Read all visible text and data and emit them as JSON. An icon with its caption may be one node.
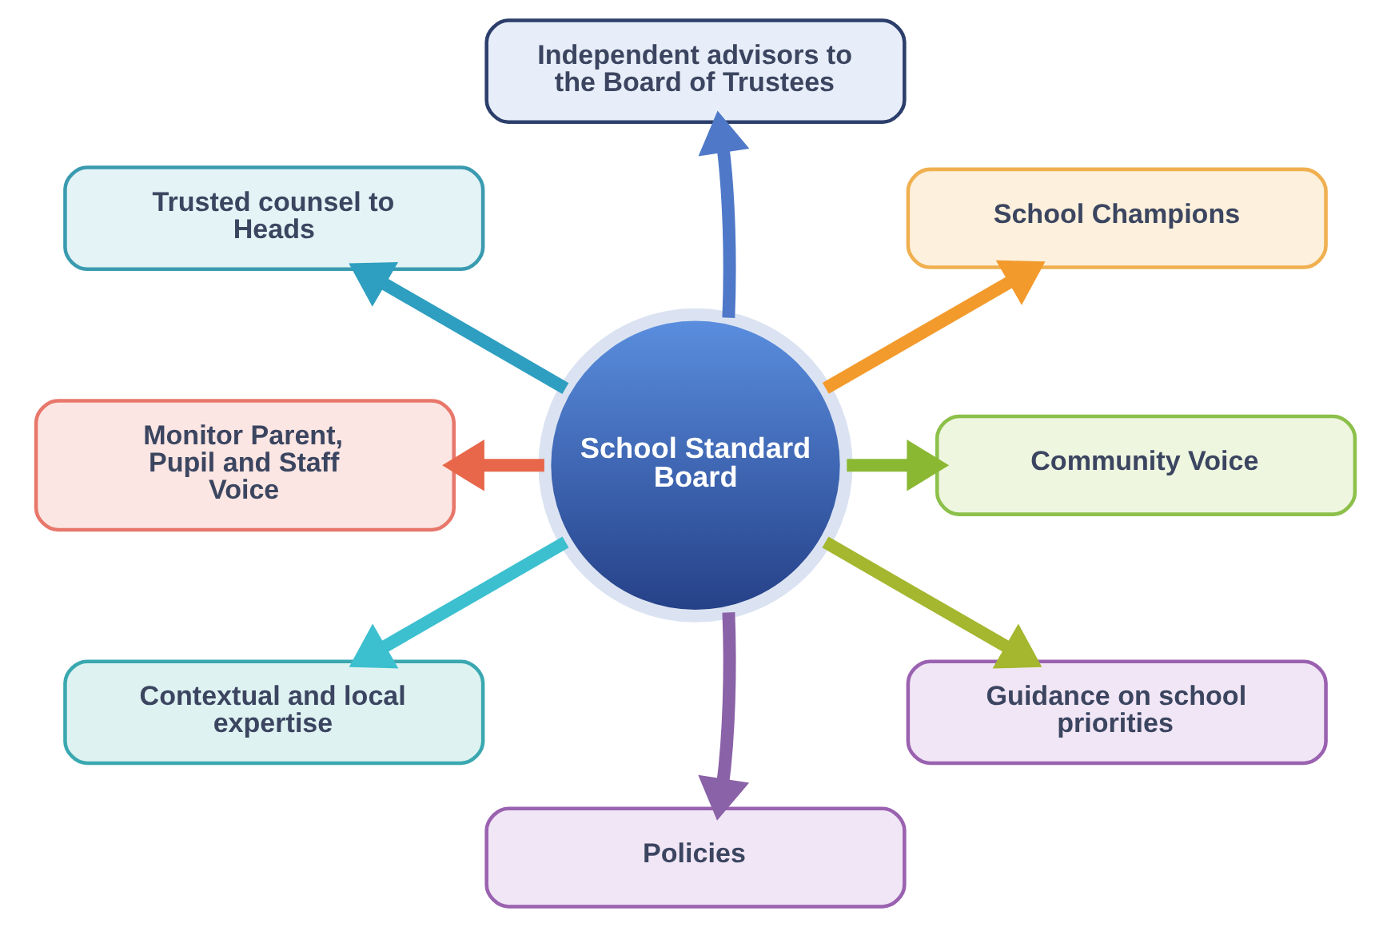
{
  "diagram": {
    "nodes": [
      {
        "text": [
          "Independent advisors to the Board of Trustees"
        ]
      },
      {
        "text": [
          "Trusted counsel to Heads"
        ]
      },
      {
        "text": [
          "School Champions"
        ]
      },
      {
        "text": [
          "Monitor Parent, Pupil and Staff Voice"
        ]
      },
      {
        "text": [
          "School Standard Board"
        ]
      },
      {
        "text": [
          "Community Voice"
        ]
      },
      {
        "text": [
          "Contextual and local expertise"
        ]
      },
      {
        "text": [
          "Guidance on school priorities"
        ]
      },
      {
        "text": [
          "Policies"
        ]
      }
    ],
    "edges": [
      {
        "from": 4,
        "to": 0,
        "arrow": "to",
        "color": "#4f79c8"
      },
      {
        "from": 4,
        "to": 2,
        "arrow": "to",
        "color": "#f39a2c"
      },
      {
        "from": 4,
        "to": 5,
        "arrow": "to",
        "color": "#8ab833"
      },
      {
        "from": 4,
        "to": 7,
        "arrow": "to",
        "color": "#a4b72f"
      },
      {
        "from": 4,
        "to": 8,
        "arrow": "to",
        "color": "#8a62a8"
      },
      {
        "from": 4,
        "to": 6,
        "arrow": "to",
        "color": "#3cc0cf"
      },
      {
        "from": 4,
        "to": 3,
        "arrow": "to",
        "color": "#e8674a"
      },
      {
        "from": 4,
        "to": 1,
        "arrow": "to",
        "color": "#2e9fc0"
      }
    ]
  }
}
